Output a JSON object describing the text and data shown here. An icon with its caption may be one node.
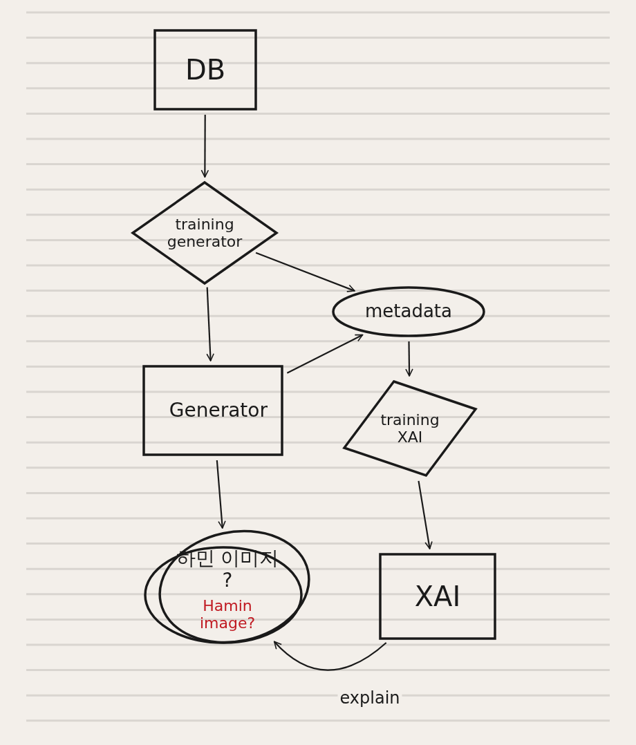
{
  "diagram": {
    "nodes": [
      {
        "text": [
          "DB"
        ]
      },
      {
        "text": [
          "training generator"
        ]
      },
      {
        "text": [
          "metadata"
        ]
      },
      {
        "text": [
          "Generator"
        ]
      },
      {
        "text": [
          "training XAI"
        ]
      },
      {
        "text": [
          "하민 이미지 ?",
          "Hamin image?"
        ]
      },
      {
        "text": [
          "XAI"
        ]
      }
    ],
    "edges": [
      {
        "from": 0,
        "to": 1,
        "arrow": "to"
      },
      {
        "from": 1,
        "to": 2,
        "arrow": "to"
      },
      {
        "from": 1,
        "to": 3,
        "arrow": "to"
      },
      {
        "from": 3,
        "to": 2,
        "arrow": "to"
      },
      {
        "from": 2,
        "to": 4,
        "arrow": "to"
      },
      {
        "from": 3,
        "to": 5,
        "arrow": "to"
      },
      {
        "from": 4,
        "to": 6,
        "arrow": "to"
      },
      {
        "from": 6,
        "to": 5,
        "arrow": "to",
        "label": "explain"
      }
    ]
  }
}
